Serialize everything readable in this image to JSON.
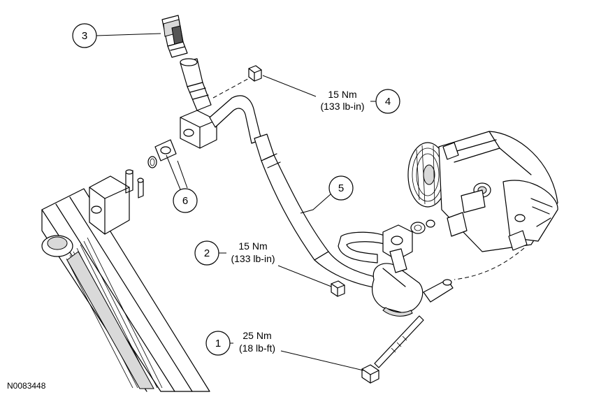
{
  "figure_id": "N0083448",
  "callouts": [
    {
      "number": "1",
      "torque_nm": "25 Nm",
      "torque_alt": "(18 lb-ft)"
    },
    {
      "number": "2",
      "torque_nm": "15 Nm",
      "torque_alt": "(133 lb-in)"
    },
    {
      "number": "3"
    },
    {
      "number": "4",
      "torque_nm": "15 Nm",
      "torque_alt": "(133 lb-in)"
    },
    {
      "number": "5"
    },
    {
      "number": "6"
    }
  ],
  "colors": {
    "line": "#000000",
    "background": "#ffffff",
    "shade": "#d9d9d9"
  }
}
